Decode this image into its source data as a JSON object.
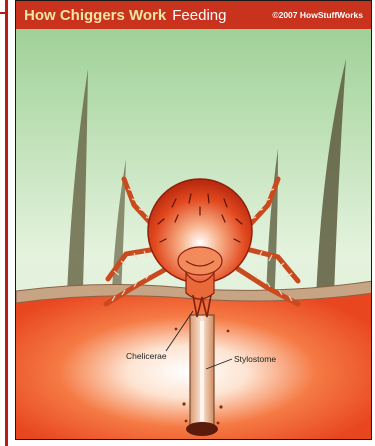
{
  "title": "How Chiggers Work",
  "subtitle": "Feeding",
  "copyright": "©2007 HowStuffWorks",
  "labels": {
    "chelicerae": "Chelicerae",
    "stylostome": "Stylostome"
  },
  "colors": {
    "title_bar": "#c9321d",
    "title_text": "#f1e6a4",
    "accent_rule": "#b41d18"
  }
}
